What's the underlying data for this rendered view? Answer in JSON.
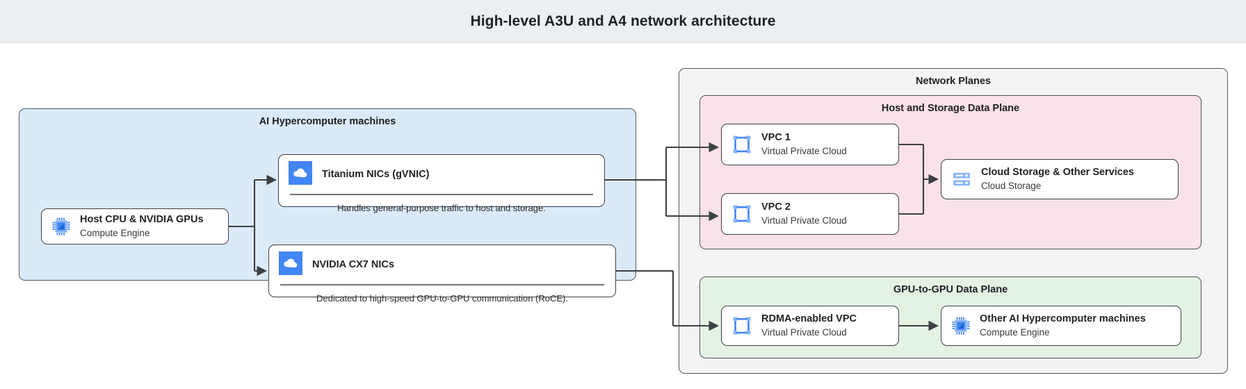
{
  "header": {
    "title": "High-level A3U and A4 network architecture"
  },
  "colors": {
    "header_bg": "#eceff1",
    "machines_group_bg": "#daeaf8",
    "network_planes_bg": "#f4f4f4",
    "host_storage_plane_bg": "#fbe2e8",
    "gpu_plane_bg": "#e4f2e4",
    "card_bg": "#ffffff",
    "border": "#3c4043",
    "icon_blue": "#4285f4",
    "icon_light_blue": "#8ab4f8",
    "connector": "#3c4043"
  },
  "machines_group": {
    "label": "AI Hypercomputer machines",
    "host": {
      "title": "Host CPU & NVIDIA GPUs",
      "subtitle": "Compute Engine",
      "icon": "cpu-chip-icon"
    },
    "nics": [
      {
        "title": "Titanium NICs (gVNIC)",
        "description": "Handles general-purpose traffic to host and storage.",
        "icon": "cloud-icon"
      },
      {
        "title": "NVIDIA CX7 NICs",
        "description": "Dedicated to high-speed GPU-to-GPU communication (RoCE).",
        "icon": "cloud-icon"
      }
    ]
  },
  "network_planes": {
    "label": "Network Planes",
    "host_storage_plane": {
      "label": "Host and Storage Data Plane",
      "vpcs": [
        {
          "title": "VPC 1",
          "subtitle": "Virtual Private Cloud",
          "icon": "vpc-icon"
        },
        {
          "title": "VPC 2",
          "subtitle": "Virtual Private Cloud",
          "icon": "vpc-icon"
        }
      ],
      "storage": {
        "title": "Cloud Storage & Other Services",
        "subtitle": "Cloud Storage",
        "icon": "cloud-storage-icon"
      }
    },
    "gpu_plane": {
      "label": "GPU-to-GPU Data Plane",
      "rdma_vpc": {
        "title": "RDMA-enabled VPC",
        "subtitle": "Virtual Private Cloud",
        "icon": "vpc-icon"
      },
      "other_machines": {
        "title": "Other AI Hypercomputer machines",
        "subtitle": "Compute Engine",
        "icon": "cpu-chip-icon"
      }
    }
  }
}
